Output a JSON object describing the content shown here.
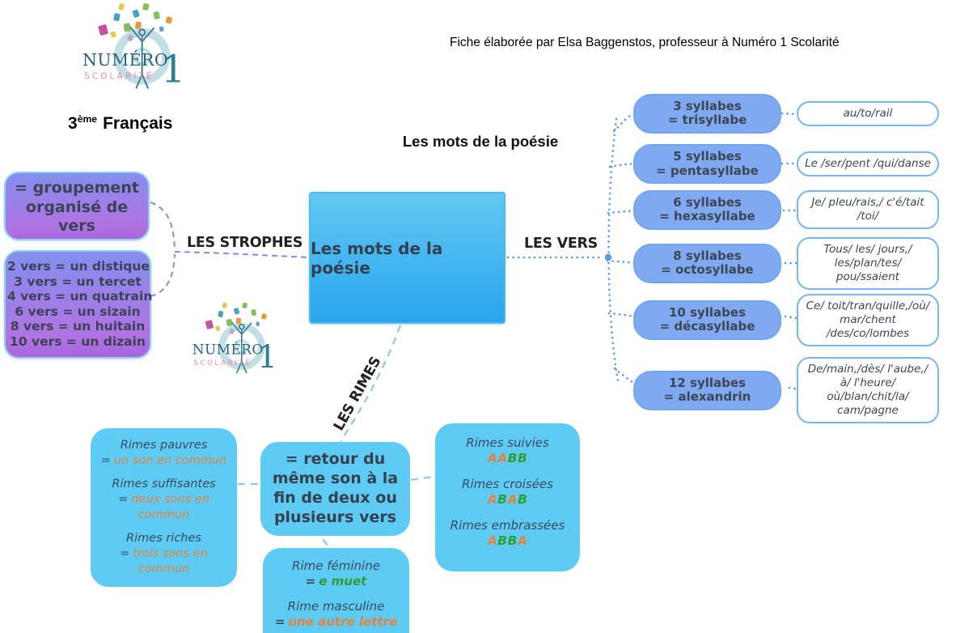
{
  "page": {
    "credit": "Fiche élaborée par Elsa Baggenstos, professeur à Numéro 1 Scolarité",
    "course": {
      "level": "3",
      "level_sup": "ème",
      "subject": "Français"
    },
    "title": "Les mots de la poésie"
  },
  "logo": {
    "name": "NUMÉRO",
    "number": "1",
    "subtitle": "SCOLARITÉ"
  },
  "center": {
    "label": "Les mots de la poésie"
  },
  "strophes": {
    "label": "LES STROPHES",
    "definition": "= groupement organisé de vers",
    "counts": [
      "2 vers = un distique",
      "3 vers = un tercet",
      "4 vers = un quatrain",
      "6 vers = un sizain",
      "8 vers = un huitain",
      "10 vers = un dizain"
    ]
  },
  "vers": {
    "label": "LES VERS",
    "items": [
      {
        "syllables": "3 syllabes",
        "name": "= trisyllabe",
        "example": [
          "au/to/rail"
        ]
      },
      {
        "syllables": "5 syllabes",
        "name": "= pentasyllabe",
        "example": [
          "Le /ser/pent /qui/danse"
        ]
      },
      {
        "syllables": "6 syllabes",
        "name": "= hexasyllabe",
        "example": [
          "Je/ pleu/rais,/ c'é/tait",
          "/toi/"
        ]
      },
      {
        "syllables": "8 syllabes",
        "name": "= octosyllabe",
        "example": [
          "Tous/ les/ jours,/",
          "les/plan/tes/",
          "pou/ssaient"
        ]
      },
      {
        "syllables": "10 syllabes",
        "name": "= décasyllabe",
        "example": [
          "Ce/ toit/tran/quille,/où/",
          "mar/chent",
          "/des/co/lombes"
        ]
      },
      {
        "syllables": "12 syllabes",
        "name": "= alexandrin",
        "example": [
          "De/main,/dès/ l'aube,/",
          "à/ l'heure/",
          "où/blan/chit/la/",
          "cam/pagne"
        ]
      }
    ]
  },
  "rimes": {
    "label": "LES RIMES",
    "definition": "= retour du même son à la fin de deux ou plusieurs vers",
    "qualities": [
      {
        "name": "Rimes pauvres",
        "value": "un son en commun"
      },
      {
        "name": "Rimes suffisantes",
        "value": "deux sons en commun"
      },
      {
        "name": "Rimes riches",
        "value": "trois sons en commun"
      }
    ],
    "schemes": [
      {
        "name": "Rimes suivies",
        "pattern": "AABB"
      },
      {
        "name": "Rimes croisées",
        "pattern": "ABAB"
      },
      {
        "name": "Rimes embrassées",
        "pattern": "ABBA"
      }
    ],
    "genders": [
      {
        "name": "Rime féminine",
        "value": "e muet",
        "color": "green"
      },
      {
        "name": "Rime masculine",
        "value": "une autre lettre",
        "color": "orange"
      }
    ]
  },
  "colors": {
    "orange": "#e5823d",
    "green": "#2f9e33",
    "cyan_box": "#5ecbf4",
    "blue_box": "#7fa9f1",
    "purple_line": "#9186e8",
    "blue_line": "#5a97ef",
    "light_blue_line": "#8ac7f1"
  }
}
